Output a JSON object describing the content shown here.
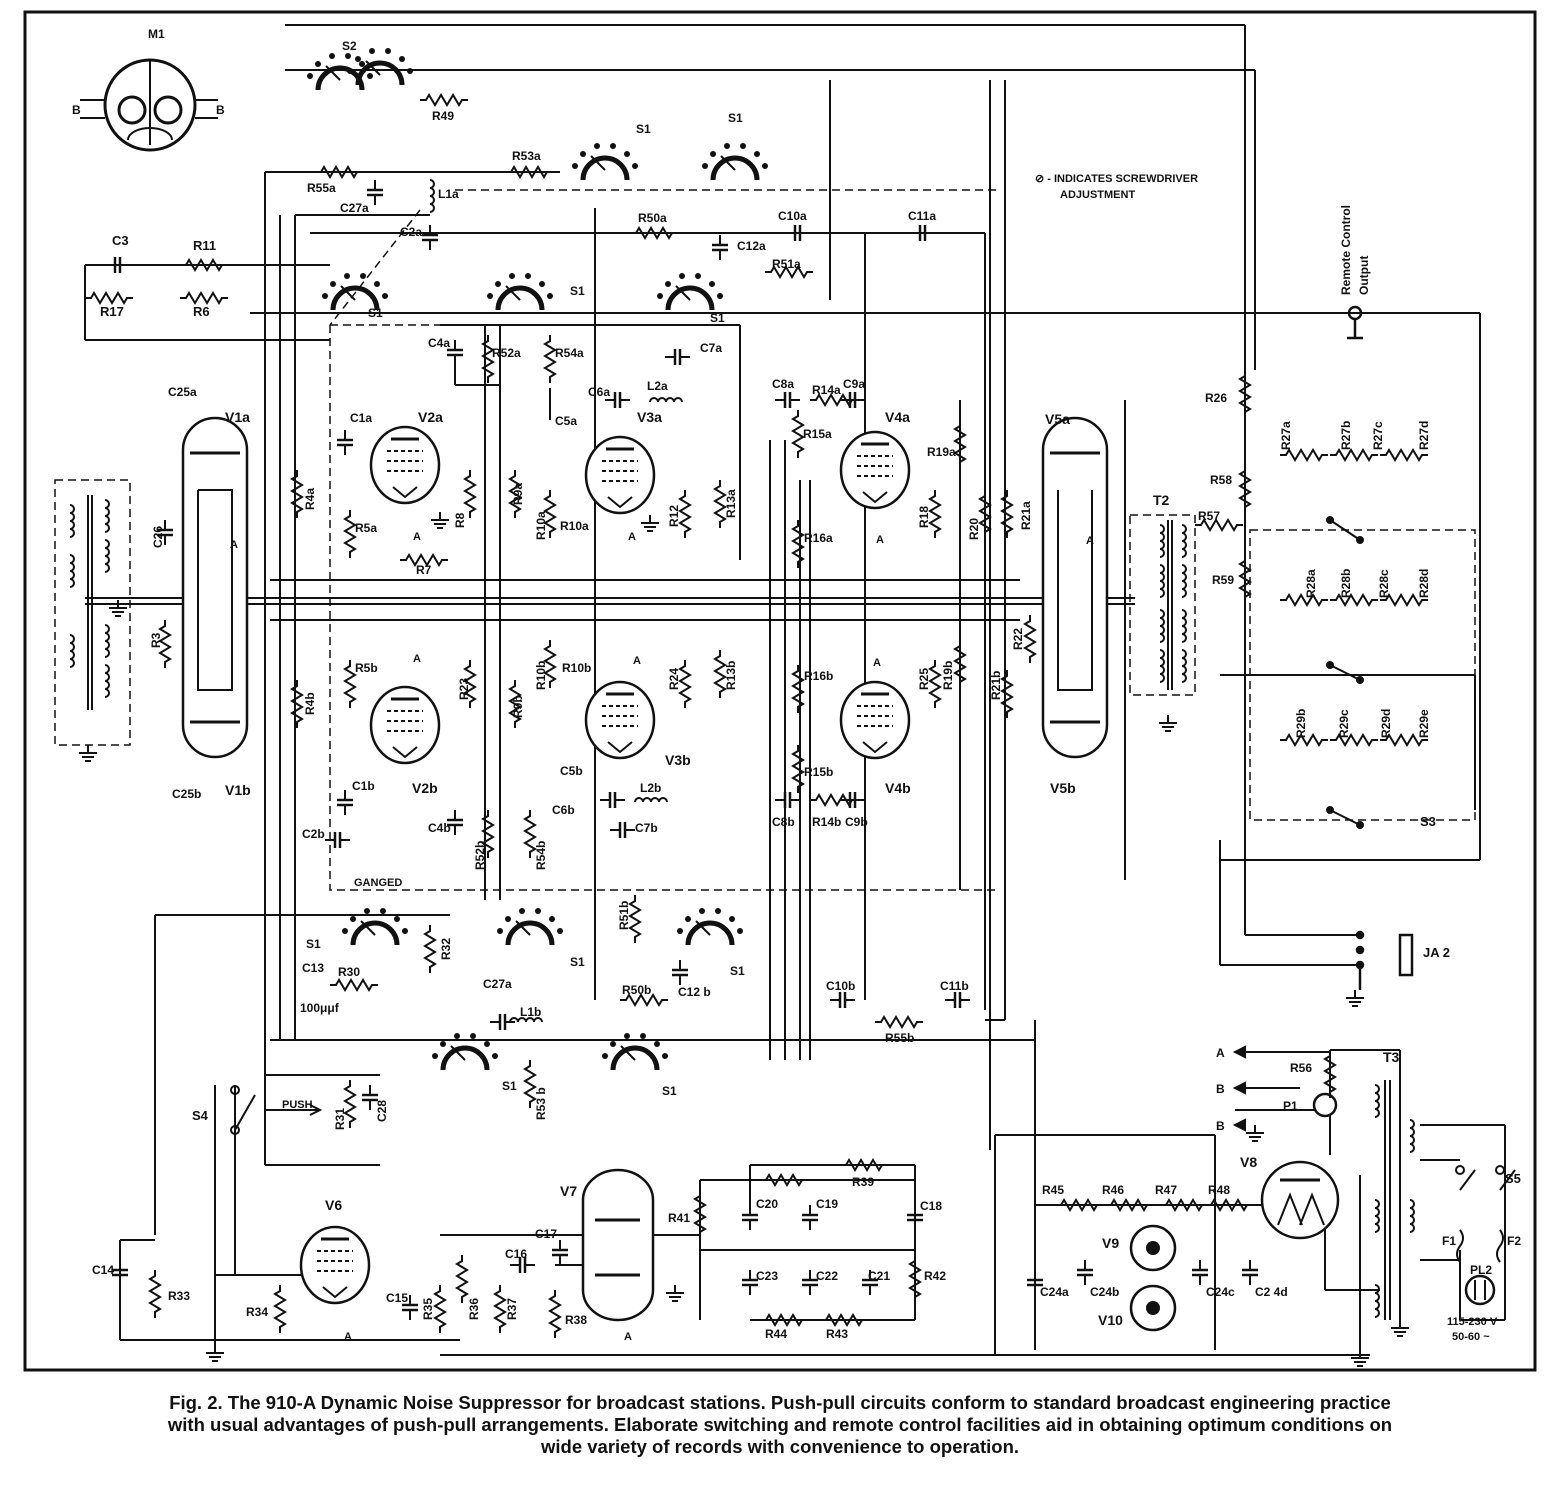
{
  "note": {
    "line1": "⊘ - INDICATES  SCREWDRIVER",
    "line2": "ADJUSTMENT"
  },
  "remote_label": [
    "Remote Control",
    "Output"
  ],
  "caption": {
    "line1": "Fig. 2.  The 910-A Dynamic Noise Suppressor for broadcast stations.   Push-pull circuits conform to standard broadcast engineering practice",
    "line2": "with usual advantages of push-pull arrangements.  Elaborate switching and remote control facilities aid in obtaining optimum conditions on",
    "line3": "wide variety of records with convenience to operation."
  },
  "labels": {
    "M1": "M1",
    "S2": "S2",
    "R49": "R49",
    "R55a": "R55a",
    "C27a": "C27a",
    "L1a": "L1a",
    "R53a": "R53a",
    "S1": "S1",
    "R50a": "R50a",
    "C10a": "C10a",
    "C11a": "C11a",
    "C12a": "C12a",
    "R51a": "R51a",
    "C3": "C3",
    "R11": "R11",
    "R17": "R17",
    "R6": "R6",
    "C2a": "C2a",
    "C4a": "C4a",
    "R52a": "R52a",
    "R54a": "R54a",
    "C7a": "C7a",
    "C25a": "C25a",
    "V1a": "V1a",
    "C1a": "C1a",
    "V2a": "V2a",
    "C6a": "C6a",
    "L2a": "L2a",
    "C5a": "C5a",
    "V3a": "V3a",
    "C8a": "C8a",
    "R14a": "R14a",
    "C9a": "C9a",
    "V4a": "V4a",
    "R15a": "R15a",
    "R19a": "R19a",
    "V5a": "V5a",
    "R26": "R26",
    "R27a": "R27a",
    "R27b": "R27b",
    "R27c": "R27c",
    "R27d": "R27d",
    "R58": "R58",
    "R57": "R57",
    "T2": "T2",
    "R59": "R59",
    "R28a": "R28a",
    "R28b": "R28b",
    "R28c": "R28c",
    "R28d": "R28d",
    "R29b": "R29b",
    "R29c": "R29c",
    "R29d": "R29d",
    "R29e": "R29e",
    "S3": "S3",
    "C26": "C26",
    "R3": "R3",
    "R4a": "R4a",
    "R5a": "R5a",
    "R7": "R7",
    "R8": "R8",
    "R9a": "R9a",
    "R10a": "R10a",
    "R12": "R12",
    "R13a": "R13a",
    "R16a": "R16a",
    "R18": "R18",
    "R20": "R20",
    "R21a": "R21a",
    "R22": "R22",
    "R21b": "R21b",
    "R4b": "R4b",
    "R5b": "R5b",
    "R23": "R23",
    "R9b": "R9b",
    "R10b": "R10b",
    "R24": "R24",
    "R13b": "R13b",
    "R16b": "R16b",
    "R25": "R25",
    "R19b": "R19b",
    "R15b": "R15b",
    "C25b": "C25b",
    "V1b": "V1b",
    "C1b": "C1b",
    "V2b": "V2b",
    "C5b": "C5b",
    "V3b": "V3b",
    "C6b": "C6b",
    "L2b": "L2b",
    "C8b": "C8b",
    "R14b": "R14b",
    "C9b": "C9b",
    "V4b": "V4b",
    "V5b": "V5b",
    "C2b": "C2b",
    "C4b": "C4b",
    "R52b": "R52b",
    "R54b": "R54b",
    "C7b": "C7b",
    "GANGED": "GANGED",
    "R32": "R32",
    "C13": "C13",
    "R30": "R30",
    "100uuf": "100μμf",
    "C27b": "C27a",
    "L1b": "L1b",
    "R51b": "R51b",
    "C12b": "C12 b",
    "R50b": "R50b",
    "C10b": "C10b",
    "C11b": "C11b",
    "R55b": "R55b",
    "R53b": "R53 b",
    "JA2": "JA 2",
    "S4": "S4",
    "PUSH": "PUSH",
    "R31": "R31",
    "C28": "C28",
    "V6": "V6",
    "C14": "C14",
    "R33": "R33",
    "R34": "R34",
    "C15": "C15",
    "R35": "R35",
    "R36": "R36",
    "R37": "R37",
    "C16": "C16",
    "C17": "C17",
    "V7": "V7",
    "R38": "R38",
    "R41": "R41",
    "C20": "C20",
    "C19": "C19",
    "R39": "R39",
    "C18": "C18",
    "C23": "C23",
    "C22": "C22",
    "C21": "C21",
    "R42": "R42",
    "R44": "R44",
    "R43": "R43",
    "R45": "R45",
    "R46": "R46",
    "R47": "R47",
    "R48": "R48",
    "C24a": "C24a",
    "C24b": "C24b",
    "V9": "V9",
    "V10": "V10",
    "C24c": "C24c",
    "C24d": "C2 4d",
    "V8": "V8",
    "T3": "T3",
    "R56": "R56",
    "P1": "P1",
    "S5": "S5",
    "F1": "F1",
    "F2": "F2",
    "PL2": "PL2",
    "mains1": "115-230 V",
    "mains2": "50-60 ~",
    "A": "A",
    "B": "B"
  }
}
